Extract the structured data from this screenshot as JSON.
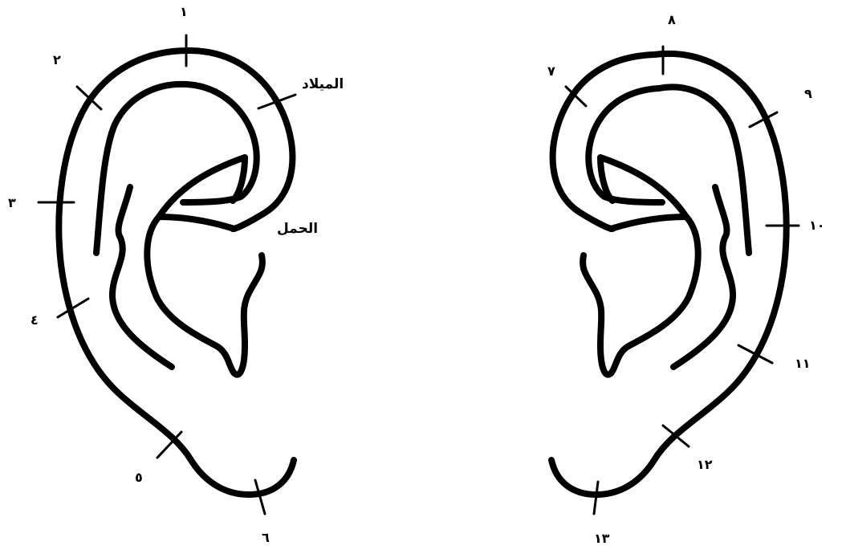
{
  "left_ear": {
    "tick_labels": [
      "١",
      "٢",
      "٣",
      "٤",
      "٥",
      "٦"
    ],
    "milad_label": "الميلاد",
    "haml_label": "الحمل"
  },
  "right_ear": {
    "tick_labels": [
      "٧",
      "٨",
      "٩",
      "١٠",
      "١١",
      "١٢",
      "١٣"
    ]
  },
  "colors": {
    "stroke": "#000000",
    "background": "#ffffff"
  }
}
